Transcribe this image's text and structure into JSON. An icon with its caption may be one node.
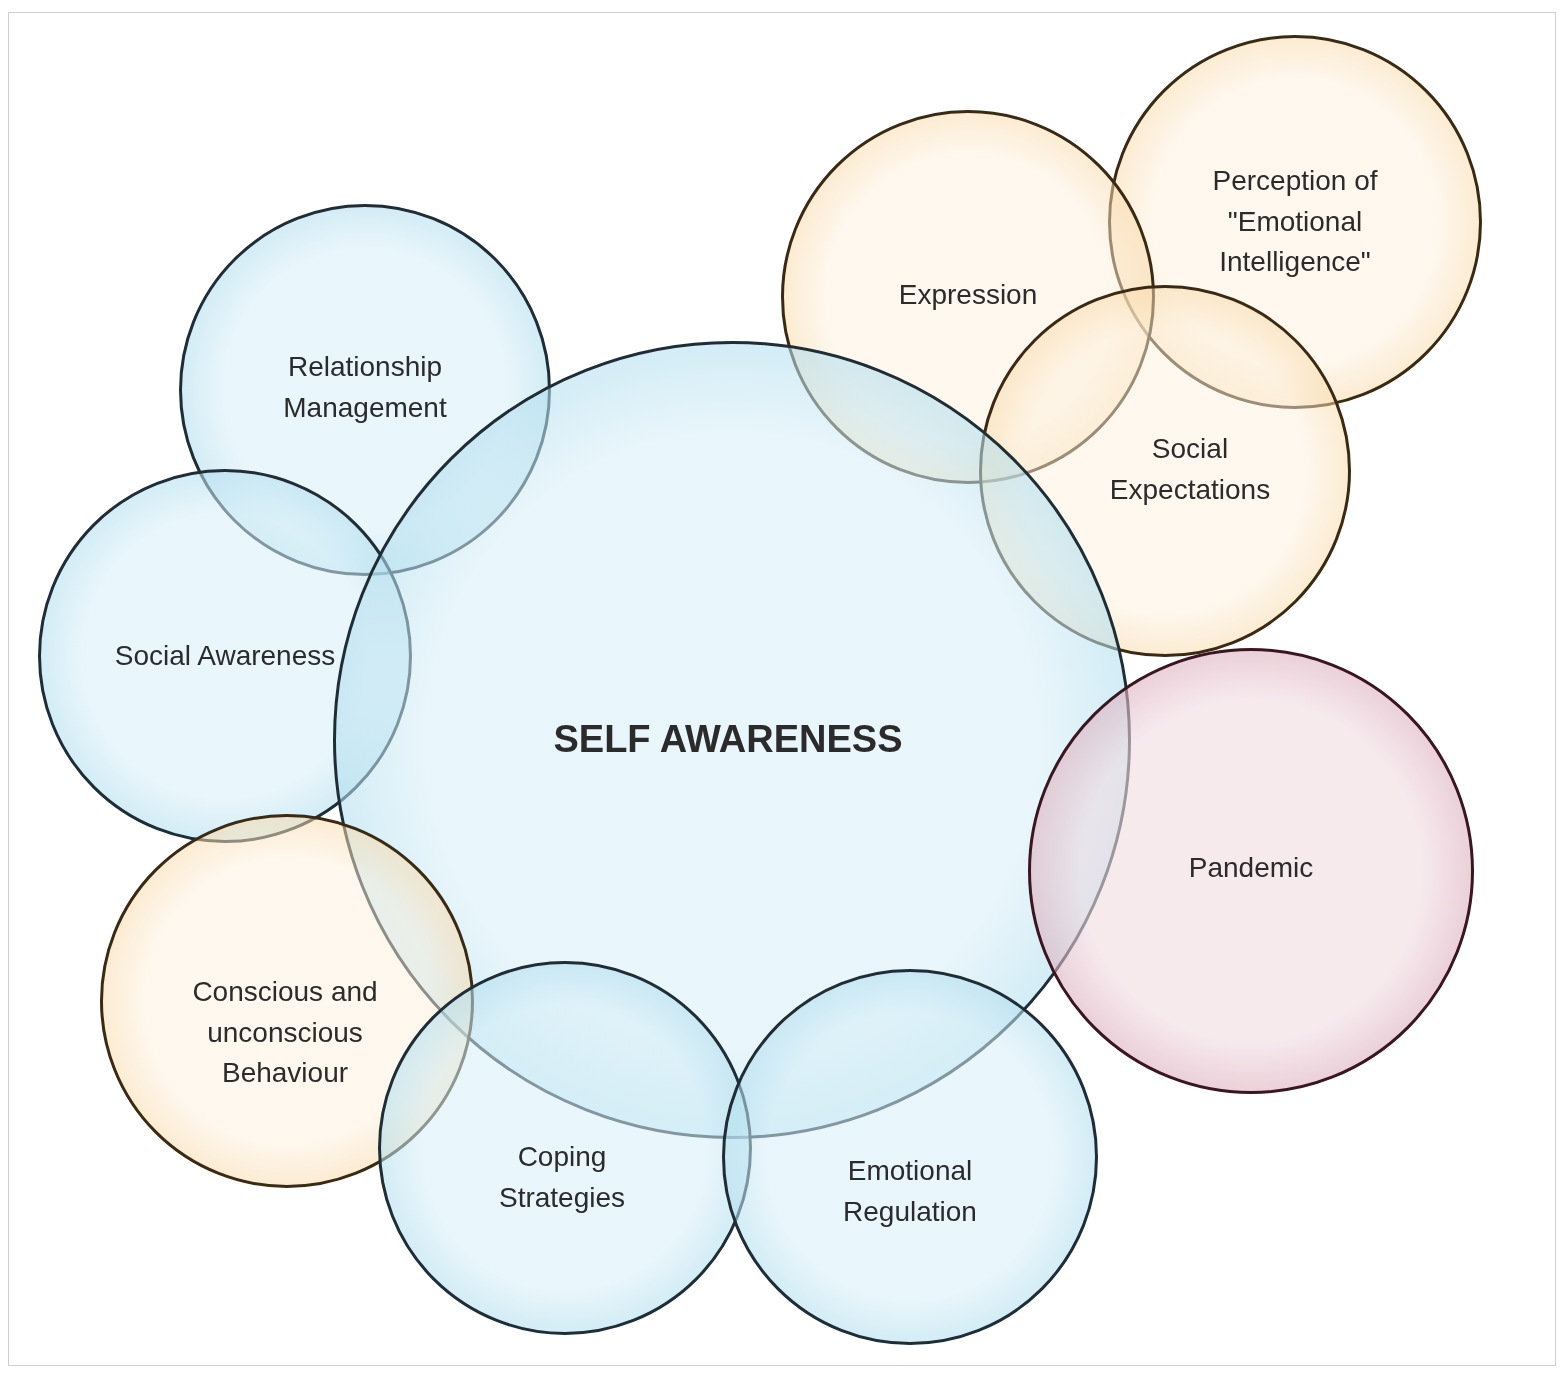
{
  "diagram": {
    "nodes": [
      {
        "text": [
          "Perception of \"Emotional Intelligence\""
        ]
      },
      {
        "text": [
          "Expression"
        ]
      },
      {
        "text": [
          "Relationship Management"
        ]
      },
      {
        "text": [
          "Social Expectations"
        ]
      },
      {
        "text": [
          "Social Awareness"
        ]
      },
      {
        "text": [
          "SELF AWARENESS"
        ]
      },
      {
        "text": [
          "Pandemic"
        ]
      },
      {
        "text": [
          "Conscious and unconscious Behaviour"
        ]
      },
      {
        "text": [
          "Coping Strategies"
        ]
      },
      {
        "text": [
          "Emotional Regulation"
        ]
      }
    ]
  }
}
